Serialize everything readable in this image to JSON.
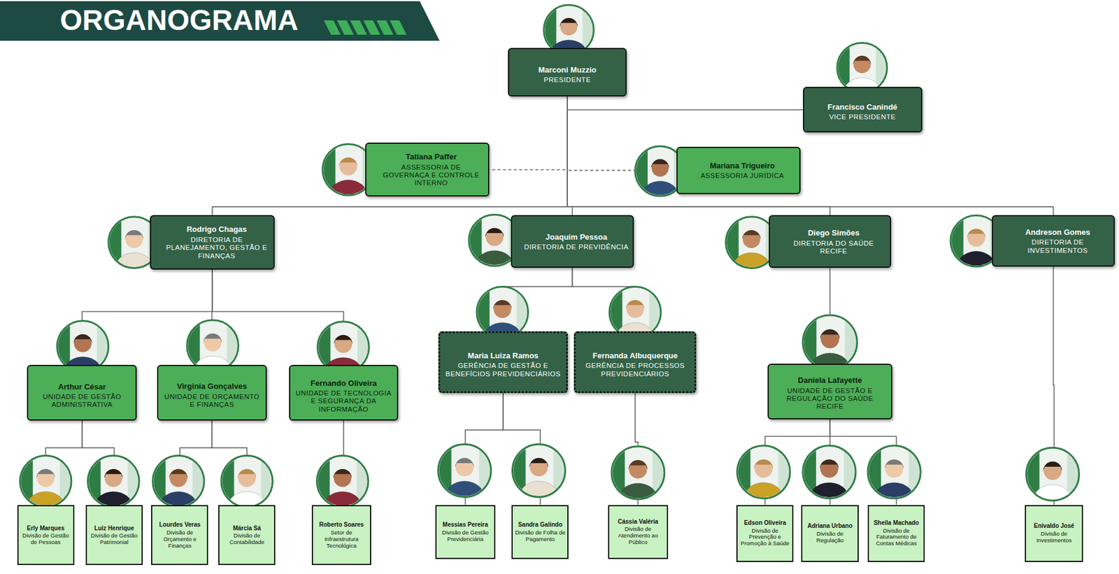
{
  "diagram": {
    "title": "ORGANOGRAMA",
    "nodes": [
      {
        "text": [
          "Marconi Muzzio",
          "PRESIDENTE"
        ]
      },
      {
        "text": [
          "Francisco Canindé",
          "VICE PRESIDENTE"
        ]
      },
      {
        "text": [
          "Tatiana Paffer",
          "ASSESSORIA DE GOVERNAÇA E CONTROLE INTERNO"
        ]
      },
      {
        "text": [
          "Mariana Trigueiro",
          "ASSESSORIA JURÍDICA"
        ]
      },
      {
        "text": [
          "Rodrigo Chagas",
          "DIRETORIA DE PLANEJAMENTO, GESTÃO E FINANÇAS"
        ]
      },
      {
        "text": [
          "Joaquim Pessoa",
          "DIRETORIA DE PREVIDÊNCIA"
        ]
      },
      {
        "text": [
          "Diego Simões",
          "DIRETORIA DO SAÚDE RECIFE"
        ]
      },
      {
        "text": [
          "Andreson Gomes",
          "DIRETORIA DE INVESTIMENTOS"
        ]
      },
      {
        "text": [
          "Arthur César",
          "UNIDADE DE GESTÃO ADMINISTRATIVA"
        ]
      },
      {
        "text": [
          "Virginia Gonçalves",
          "UNIDADE DE ORÇAMENTO E FINANÇAS"
        ]
      },
      {
        "text": [
          "Fernando Oliveira",
          "UNIDADE DE TECNOLOGIA E SEGURANÇA DA INFORMAÇÃO"
        ]
      },
      {
        "text": [
          "Maria Luiza Ramos",
          "GERÊNCIA DE GESTÃO E BENEFÍCIOS PREVIDENCIÁRIOS"
        ]
      },
      {
        "text": [
          "Fernanda Albuquerque",
          "GERÊNCIA DE PROCESSOS PREVIDENCIÁRIOS"
        ]
      },
      {
        "text": [
          "Daniela Lafayette",
          "UNIDADE DE GESTÃO E REGULAÇÃO DO SAÚDE RECIFE"
        ]
      },
      {
        "text": [
          "Erly Marques",
          "Divisão de Gestão de Pessoas"
        ]
      },
      {
        "text": [
          "Luiz Henrique",
          "Divisão de Gestão Patrimonial"
        ]
      },
      {
        "text": [
          "Lourdes Veras",
          "Divisão de Orçamento e Finanças"
        ]
      },
      {
        "text": [
          "Márcia Sá",
          "Divisão de Contabilidade"
        ]
      },
      {
        "text": [
          "Roberto Soares",
          "Setor de Infraestrutura Tecnológica"
        ]
      },
      {
        "text": [
          "Messias Pereira",
          "Divisão de Gestão Previdenciária"
        ]
      },
      {
        "text": [
          "Sandra Galindo",
          "Divisão de Folha de Pagamento"
        ]
      },
      {
        "text": [
          "Cássia Valéria",
          "Divisão de Atendimento ao Público"
        ]
      },
      {
        "text": [
          "Edson Oliveira",
          "Divisão de Prevenção e Promoção à Saúde"
        ]
      },
      {
        "text": [
          "Adriana Urbano",
          "Divisão de Regulação"
        ]
      },
      {
        "text": [
          "Sheila Machado",
          "Divisão de Faturamento de Contas Médicas"
        ]
      },
      {
        "text": [
          "Enivaldo José",
          "Divisão de Investimentos"
        ]
      }
    ],
    "edges": [
      {
        "from": 0,
        "to": 1,
        "arrow": "none"
      },
      {
        "from": 0,
        "to": 2,
        "arrow": "none"
      },
      {
        "from": 0,
        "to": 3,
        "arrow": "none"
      },
      {
        "from": 0,
        "to": 4,
        "arrow": "none"
      },
      {
        "from": 0,
        "to": 5,
        "arrow": "none"
      },
      {
        "from": 0,
        "to": 6,
        "arrow": "none"
      },
      {
        "from": 0,
        "to": 7,
        "arrow": "none"
      },
      {
        "from": 4,
        "to": 8,
        "arrow": "none"
      },
      {
        "from": 4,
        "to": 9,
        "arrow": "none"
      },
      {
        "from": 4,
        "to": 10,
        "arrow": "none"
      },
      {
        "from": 5,
        "to": 11,
        "arrow": "none"
      },
      {
        "from": 5,
        "to": 12,
        "arrow": "none"
      },
      {
        "from": 6,
        "to": 13,
        "arrow": "none"
      },
      {
        "from": 7,
        "to": 25,
        "arrow": "none"
      },
      {
        "from": 8,
        "to": 14,
        "arrow": "none"
      },
      {
        "from": 8,
        "to": 15,
        "arrow": "none"
      },
      {
        "from": 9,
        "to": 16,
        "arrow": "none"
      },
      {
        "from": 9,
        "to": 17,
        "arrow": "none"
      },
      {
        "from": 10,
        "to": 18,
        "arrow": "none"
      },
      {
        "from": 11,
        "to": 19,
        "arrow": "none"
      },
      {
        "from": 11,
        "to": 20,
        "arrow": "none"
      },
      {
        "from": 12,
        "to": 21,
        "arrow": "none"
      },
      {
        "from": 13,
        "to": 22,
        "arrow": "none"
      },
      {
        "from": 13,
        "to": 23,
        "arrow": "none"
      },
      {
        "from": 13,
        "to": 24,
        "arrow": "none"
      }
    ]
  }
}
